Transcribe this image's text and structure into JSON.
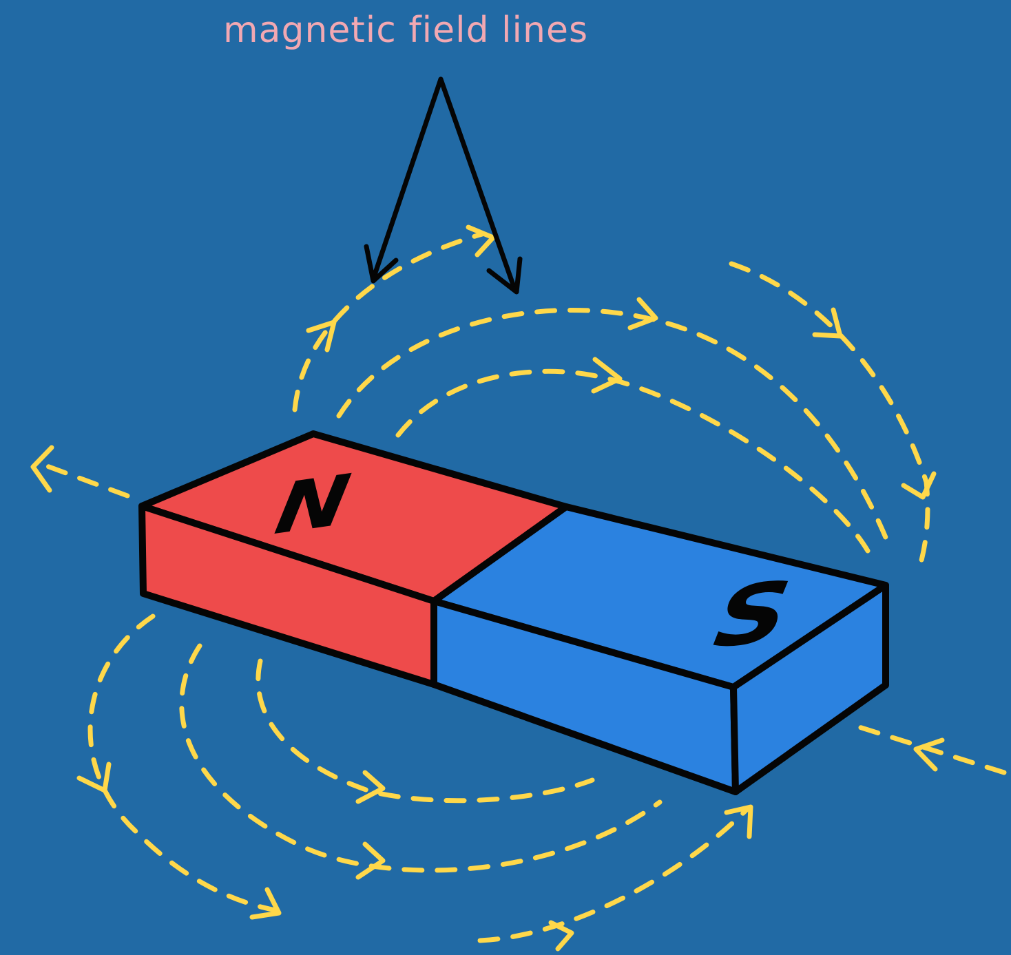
{
  "diagram": {
    "label": "magnetic field lines",
    "north_pole": "N",
    "south_pole": "S"
  },
  "colors": {
    "background": "#216aa5",
    "north": "#ee4b4b",
    "south": "#2b82e0",
    "field_lines": "#ffd84a",
    "label": "#f2a8b2",
    "outline": "#050505"
  }
}
